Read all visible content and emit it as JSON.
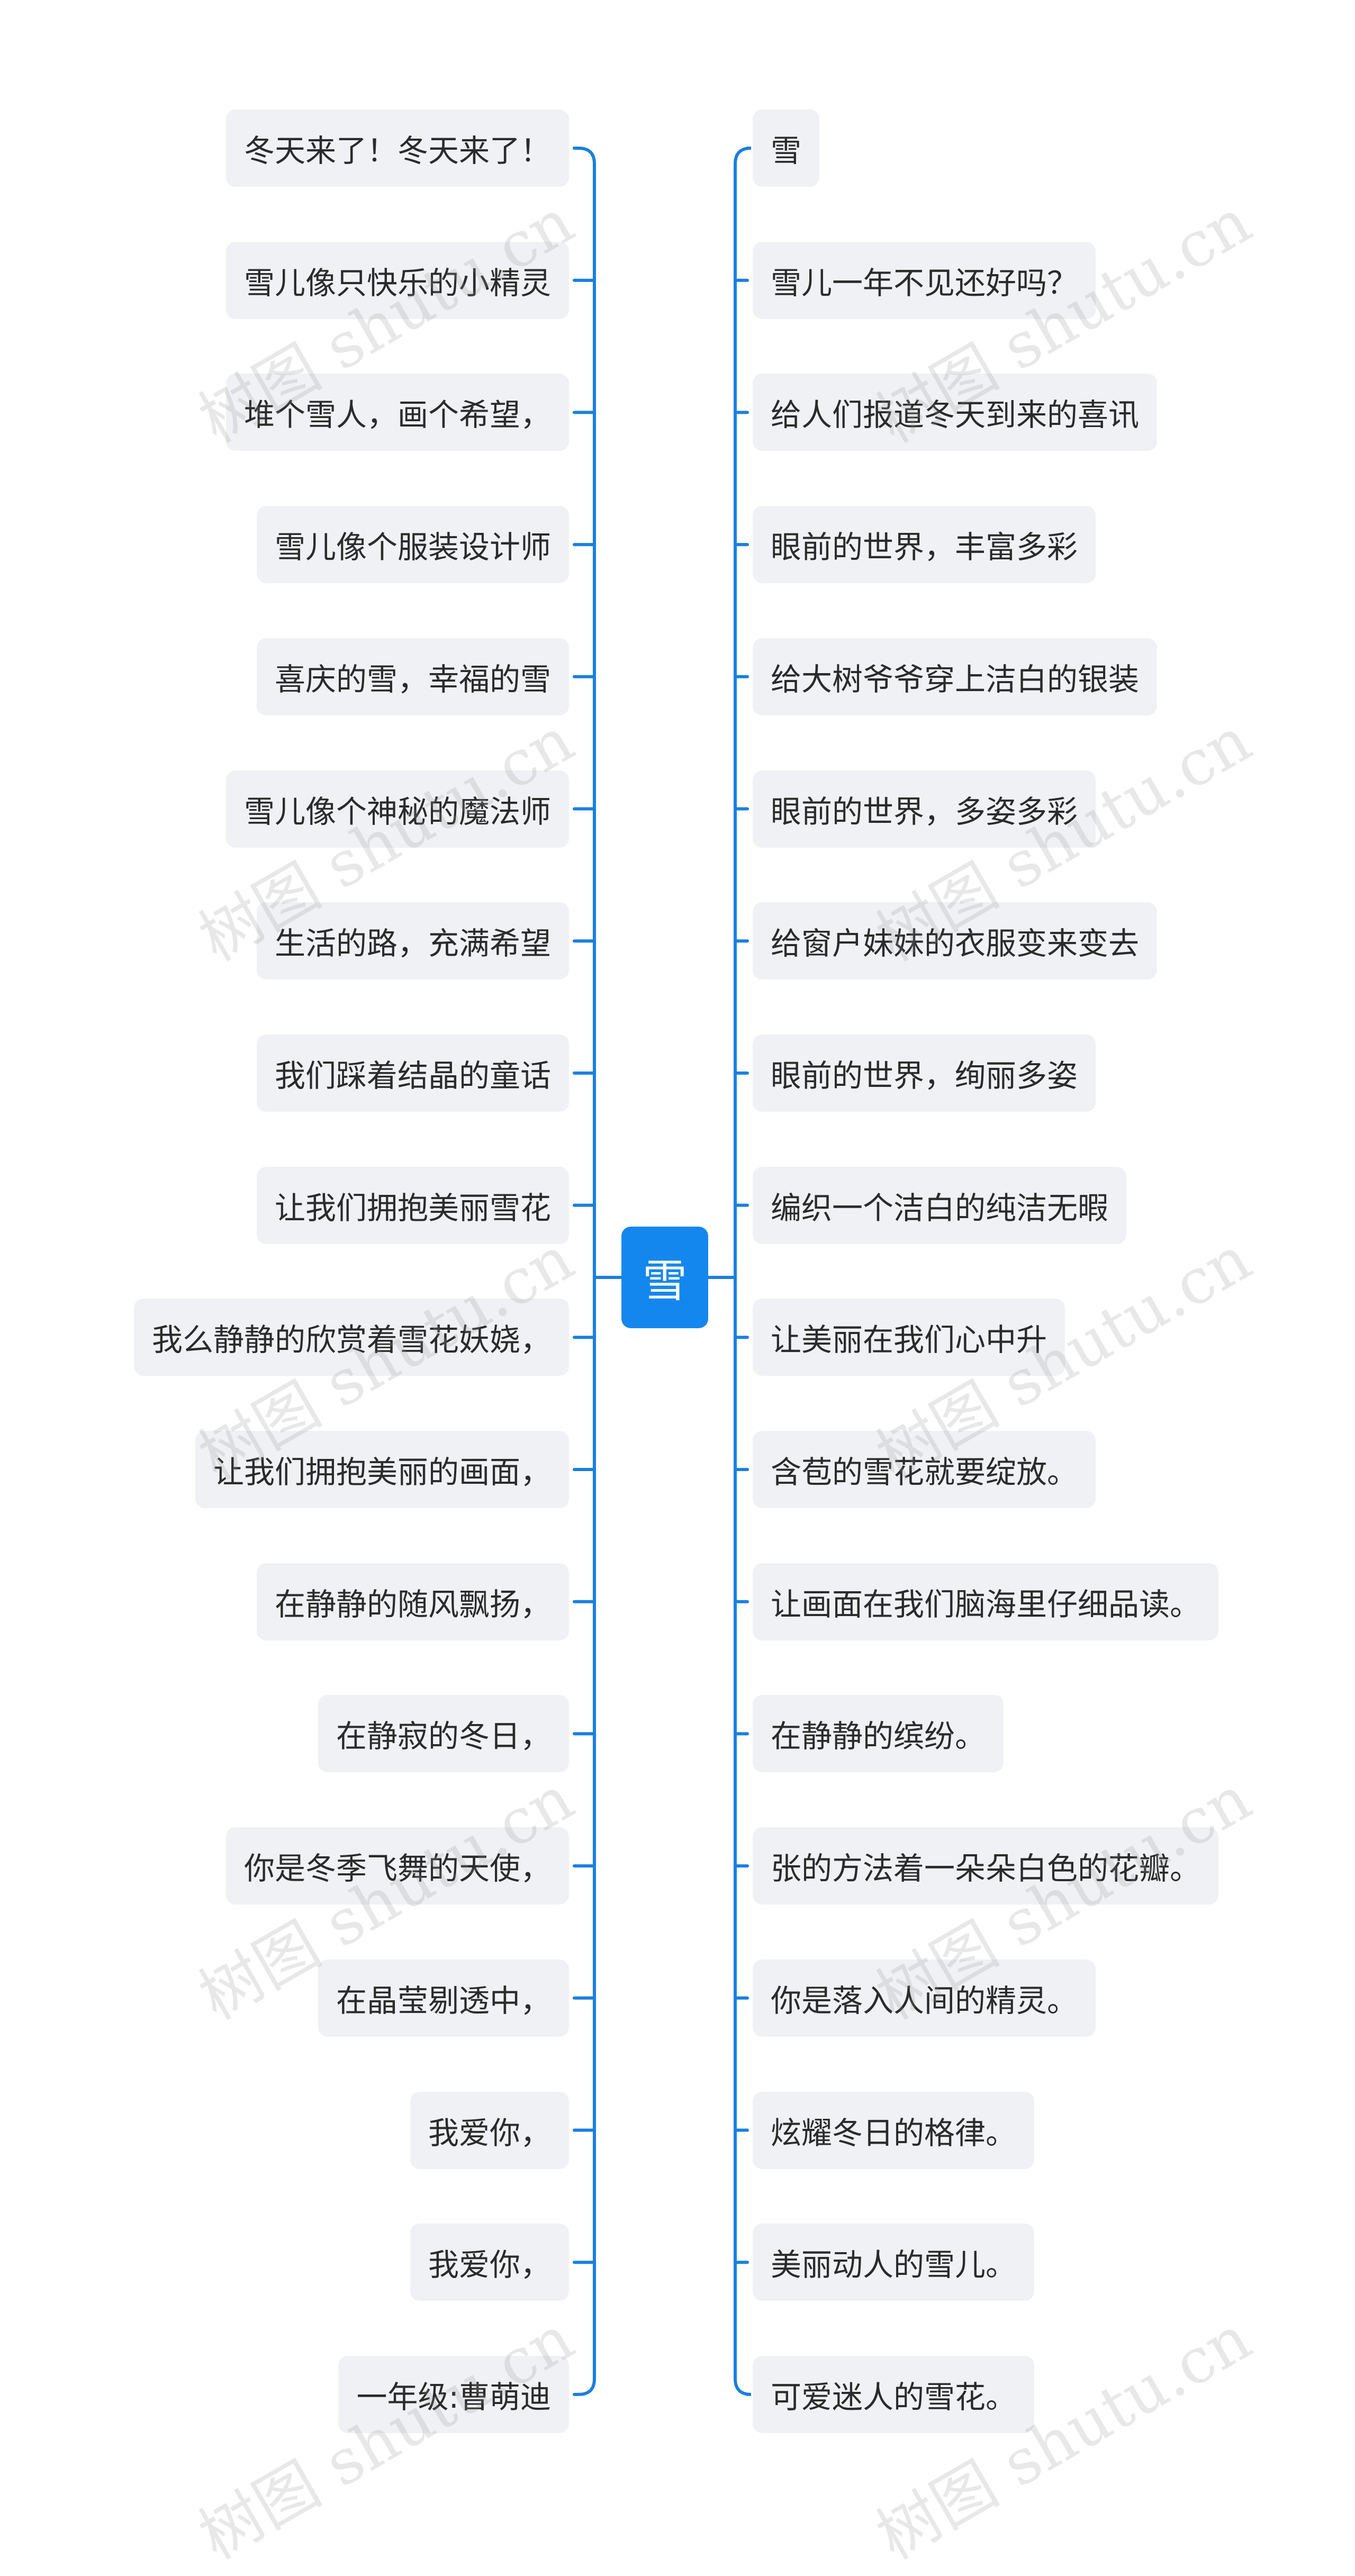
{
  "root": {
    "label": "雪"
  },
  "left_branches": [
    "冬天来了！冬天来了！",
    "雪儿像只快乐的小精灵",
    "堆个雪人，画个希望，",
    "雪儿像个服装设计师",
    "喜庆的雪，幸福的雪",
    "雪儿像个神秘的魔法师",
    "生活的路，充满希望",
    "我们踩着结晶的童话",
    "让我们拥抱美丽雪花",
    "我么静静的欣赏着雪花妖娆，",
    "让我们拥抱美丽的画面，",
    "在静静的随风飘扬，",
    "在静寂的冬日，",
    "你是冬季飞舞的天使，",
    "在晶莹剔透中，",
    "我爱你，",
    "我爱你，",
    "一年级:曹萌迪"
  ],
  "right_branches": [
    "雪",
    "雪儿一年不见还好吗？",
    "给人们报道冬天到来的喜讯",
    "眼前的世界，丰富多彩",
    "给大树爷爷穿上洁白的银装",
    "眼前的世界，多姿多彩",
    "给窗户妹妹的衣服变来变去",
    "眼前的世界，绚丽多姿",
    "编织一个洁白的纯洁无暇",
    "让美丽在我们心中升",
    "含苞的雪花就要绽放。",
    "让画面在我们脑海里仔细品读。",
    "在静静的缤纷。",
    "张的方法着一朵朵白色的花瓣。",
    "你是落入人间的精灵。",
    "炫耀冬日的格律。",
    "美丽动人的雪儿。",
    "可爱迷人的雪花。"
  ],
  "watermark": "树图 shutu.cn",
  "colors": {
    "connector": "#1a7fe0",
    "root_bg": "#1487ee",
    "node_bg": "#eff1f4"
  }
}
